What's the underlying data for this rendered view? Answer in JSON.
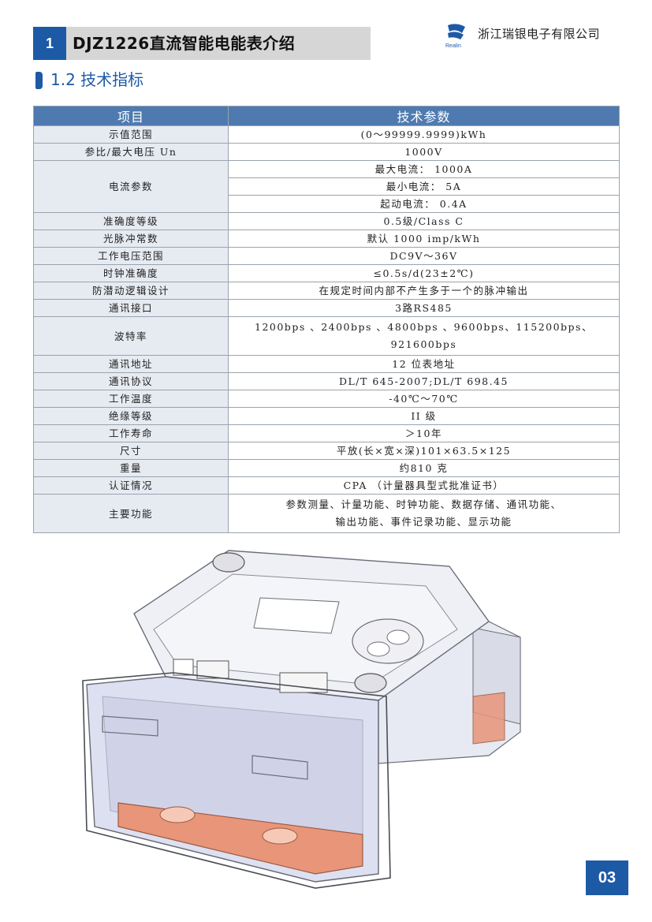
{
  "header": {
    "chapter_number": "1",
    "chapter_title": "DJZ1226直流智能电能表介绍",
    "company_logo_text": "Realin",
    "company_name": "浙江瑞银电子有限公司"
  },
  "section": {
    "title": "1.2 技术指标"
  },
  "table": {
    "headers": [
      "项目",
      "技术参数"
    ],
    "rows": {
      "r0": {
        "label": "示值范围",
        "value": "(0～99999.9999)kWh"
      },
      "r1": {
        "label": "参比/最大电压 Un",
        "value": "1000V"
      },
      "r2": {
        "label": "电流参数",
        "values": [
          "最大电流： 1000A",
          "最小电流： 5A",
          "起动电流： 0.4A"
        ]
      },
      "r3": {
        "label": "准确度等级",
        "value": "0.5级/Class C"
      },
      "r4": {
        "label": "光脉冲常数",
        "value": "默认 1000 imp/kWh"
      },
      "r5": {
        "label": "工作电压范围",
        "value": "DC9V～36V"
      },
      "r6": {
        "label": "时钟准确度",
        "value": "≤0.5s/d(23±2℃)"
      },
      "r7": {
        "label": "防潜动逻辑设计",
        "value": "在规定时间内部不产生多于一个的脉冲输出"
      },
      "r8": {
        "label": "通讯接口",
        "value": "3路RS485"
      },
      "r9": {
        "label": "波特率",
        "lines": [
          "1200bps 、2400bps 、4800bps 、9600bps、115200bps、",
          "921600bps"
        ]
      },
      "r10": {
        "label": "通讯地址",
        "value": "12 位表地址"
      },
      "r11": {
        "label": "通讯协议",
        "value": "DL/T 645-2007;DL/T 698.45"
      },
      "r12": {
        "label": "工作温度",
        "value": "-40℃～70℃"
      },
      "r13": {
        "label": "绝缘等级",
        "value": "II 级"
      },
      "r14": {
        "label": "工作寿命",
        "value": "＞10年"
      },
      "r15": {
        "label": "尺寸",
        "value": "平放(长×宽×深)101×63.5×125"
      },
      "r16": {
        "label": "重量",
        "value": "约810 克"
      },
      "r17": {
        "label": "认证情况",
        "value": "CPA （计量器具型式批准证书）"
      },
      "r18": {
        "label": "主要功能",
        "lines": [
          "参数测量、计量功能、时钟功能、数据存储、通讯功能、",
          "输出功能、事件记录功能、显示功能"
        ]
      }
    }
  },
  "colors": {
    "brand_blue": "#1d5aa6",
    "table_header": "#4f7ab0",
    "copper": "#e8957a"
  },
  "page": {
    "number": "03"
  }
}
